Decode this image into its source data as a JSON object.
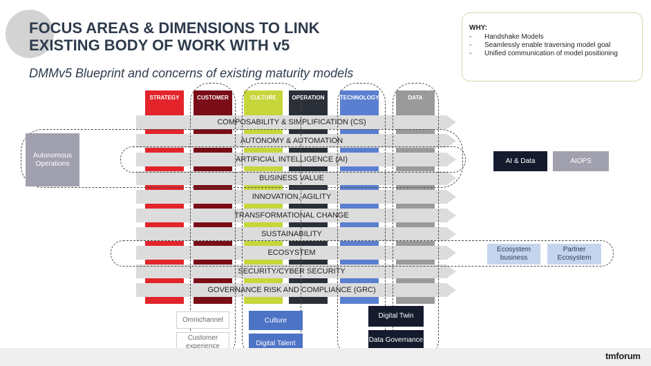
{
  "title_line1": "FOCUS AREAS & DIMENSIONS TO LINK",
  "title_line2": "EXISTING BODY OF WORK WITH v5",
  "subtitle": "DMMv5 Blueprint and concerns of existing maturity models",
  "why": {
    "title": "WHY:",
    "items": [
      "Handshake Models",
      "Seamlessly enable traversing model goal",
      "Unified communication of model positioning"
    ]
  },
  "columns": [
    "STRATEGY",
    "CUSTOMER",
    "CULTURE",
    "OPERATION",
    "TECHNOLOGY",
    "DATA"
  ],
  "rows": [
    "COMPOSABILITY & SIMPLIFICATION (CS)",
    "AUTONOMY & AUTOMATION",
    "ARTIFICIAL INTELLIGENCE (AI)",
    "BUSINESS VALUE",
    "INNOVATION, AGILITY",
    "TRANSFORMATIONAL CHANGE",
    "SUSTAINABILITY",
    "ECOSYSTEM",
    "SECURITY/CYBER SECURITY",
    "GOVERNANCE RISK AND COMPLIANCE (GRC)"
  ],
  "left_box": "Autonomous Operations",
  "right_boxes": {
    "ai_data": "AI & Data",
    "aiops": "AIOPS",
    "ecosystem_business": "Ecosystem business",
    "partner_ecosystem": "Partner Ecosystem"
  },
  "bottom_boxes": {
    "omnichannel": "Omnichannel",
    "customer_experience": "Customer experience",
    "culture": "Culture",
    "digital_talent": "Digital Talent",
    "digital_twin": "Digital Twin",
    "data_governance": "Data Governance"
  },
  "logo": "tmforum",
  "colors": {
    "strategy": "#e3242b",
    "customer": "#7a0d17",
    "culture": "#c6d63b",
    "operation": "#2a2f38",
    "technology": "#5b7fd0",
    "data": "#9a9a9a",
    "title": "#2e3b4c"
  }
}
